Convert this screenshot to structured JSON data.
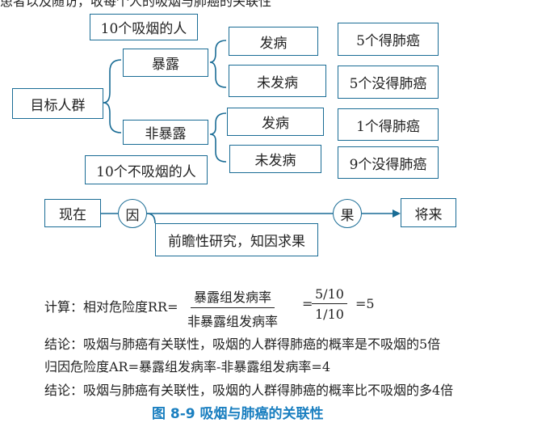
{
  "header_fragment": "患者以及随访，收每个人的吸烟与肺癌的关联性",
  "tree": {
    "target": "目标人群",
    "exposed": "暴露",
    "unexposed": "非暴露",
    "smokers": "10个吸烟的人",
    "nonsmokers": "10个不吸烟的人",
    "sick": "发病",
    "not_sick": "未发病",
    "result_1": "5个得肺癌",
    "result_2": "5个没得肺癌",
    "result_3": "1个得肺癌",
    "result_4": "9个没得肺癌"
  },
  "timeline": {
    "now": "现在",
    "cause": "因",
    "effect": "果",
    "future": "将来",
    "note": "前瞻性研究，知因求果"
  },
  "calc": {
    "prefix": "计算：相对危险度RR=",
    "num_label": "暴露组发病率",
    "den_label": "非暴露组发病率",
    "eq": "=",
    "num_value": "5/10",
    "den_value": "1/10",
    "result": "=5"
  },
  "lines": {
    "c1": "结论：吸烟与肺癌有关联性，吸烟的人群得肺癌的概率是不吸烟的5倍",
    "ar": "归因危险度AR=暴露组发病率-非暴露组发病率=4",
    "c2": "结论：吸烟与肺癌有关联性，吸烟的人群得肺癌的概率比不吸烟的多4倍"
  },
  "caption": "图 8-9   吸烟与肺癌的关联性",
  "colors": {
    "box_border": "#1a6c95",
    "caption": "#1a7fc0"
  }
}
